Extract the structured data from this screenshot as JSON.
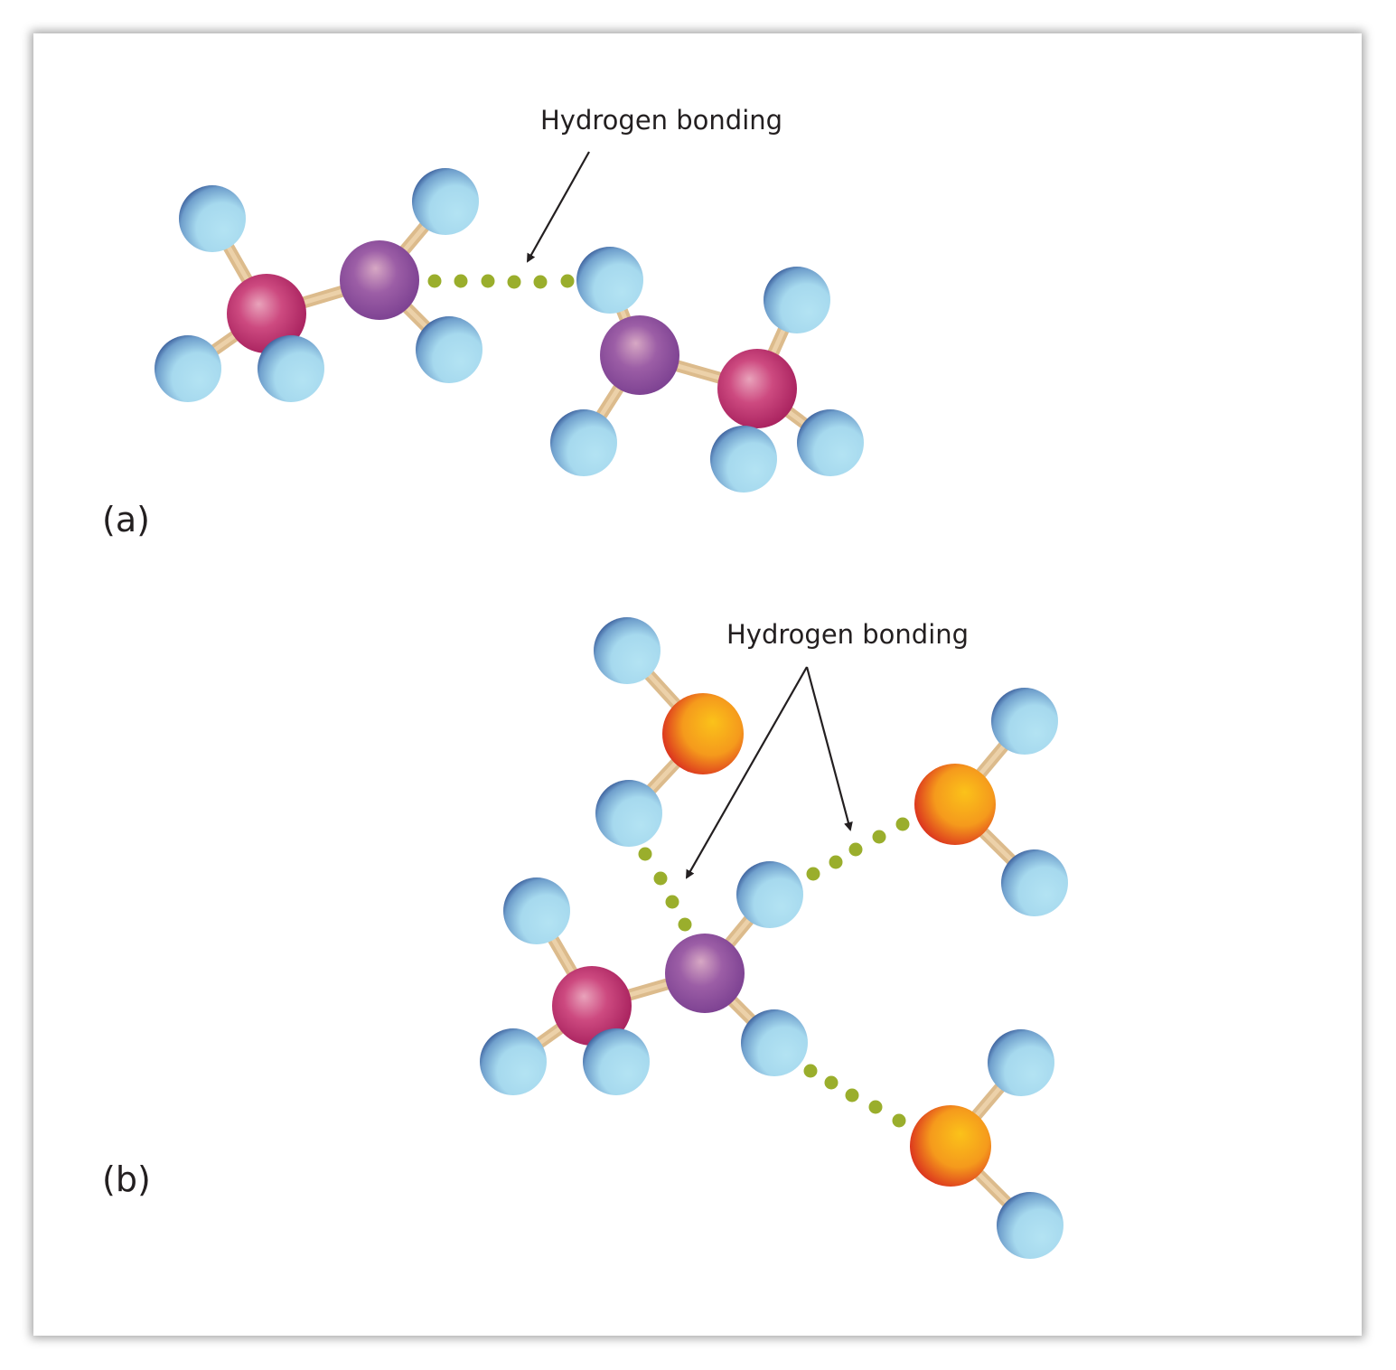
{
  "panel_a": {
    "label": "(a)",
    "annotation": "Hydrogen bonding"
  },
  "panel_b": {
    "label": "(b)",
    "annotation": "Hydrogen bonding"
  },
  "colors": {
    "hydrogen": "#a9ddf0",
    "carbon": "#c2336f",
    "nitrogen": "#8f4f9d",
    "oxygen": "#f5a01a",
    "bond": "#dcbb8c",
    "hbond_dot": "#9aae2c",
    "arrow": "#231f20"
  }
}
